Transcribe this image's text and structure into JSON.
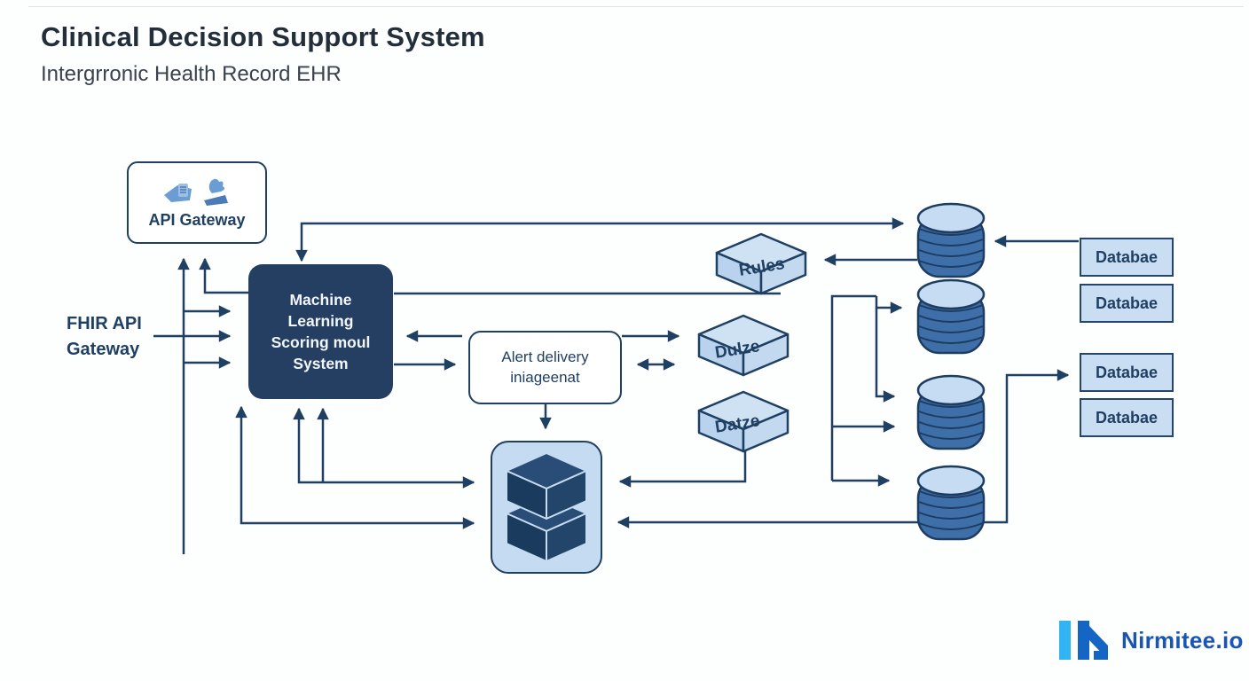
{
  "header": {
    "title": "Clinical Decision Support System",
    "subtitle": "Intergrronic Health Record EHR"
  },
  "nodes": {
    "api_gateway": {
      "label": "API Gateway"
    },
    "fhir_gateway": {
      "line1": "FHIR API",
      "line2": "Gateway"
    },
    "ml_scoring": {
      "line1": "Machine",
      "line2": "Learning",
      "line3": "Scoring moul",
      "line4": "System"
    },
    "alert_delivery": {
      "line1": "Alert delivery",
      "line2": "iniageenat"
    },
    "rules": {
      "label": "Rules"
    },
    "dulze": {
      "label": "Dulze"
    },
    "datze": {
      "label": "Datze"
    },
    "databases": [
      "Databae",
      "Databae",
      "Databae",
      "Databae"
    ]
  },
  "branding": {
    "company": "Nirmitee.io"
  },
  "colors": {
    "navy": "#1f3f63",
    "dark_node_fill": "#243f61",
    "light_node_fill": "#c9def2",
    "cylinder_fill": "#3e6fa9",
    "logo_light_blue": "#33b4f2",
    "logo_dark_blue": "#1566c4",
    "logo_text_blue": "#1b55b4"
  }
}
